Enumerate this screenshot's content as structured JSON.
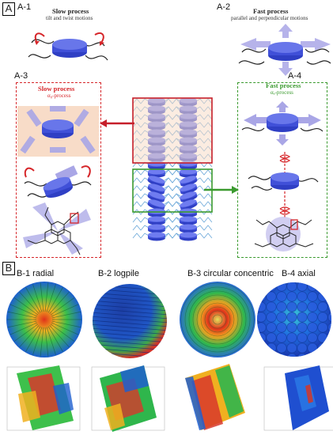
{
  "panel_a": {
    "tag": "A",
    "a1": {
      "label": "A-1",
      "title": "Slow process",
      "subtitle": "tilt and twist motions"
    },
    "a2": {
      "label": "A-2",
      "title": "Fast process",
      "subtitle": "parallel and perpendicular motions"
    },
    "a3": {
      "label": "A-3",
      "title": "Slow process",
      "subtitle": "α₀-process"
    },
    "a4": {
      "label": "A-4",
      "title": "Fast process",
      "subtitle": "αₐ-process"
    }
  },
  "panel_b": {
    "tag": "B",
    "b1": {
      "label": "B-1  radial"
    },
    "b2": {
      "label": "B-2  logpile"
    },
    "b3": {
      "label": "B-3  circular concentric"
    },
    "b4": {
      "label": "B-4  axial"
    }
  },
  "colors": {
    "slow_red": "#d6262a",
    "fast_green": "#3a9a2e",
    "disc_blue": "#3f4fd6",
    "shade_peach": "#f8dcc8",
    "arrow_lavender": "#a9a6e6"
  }
}
